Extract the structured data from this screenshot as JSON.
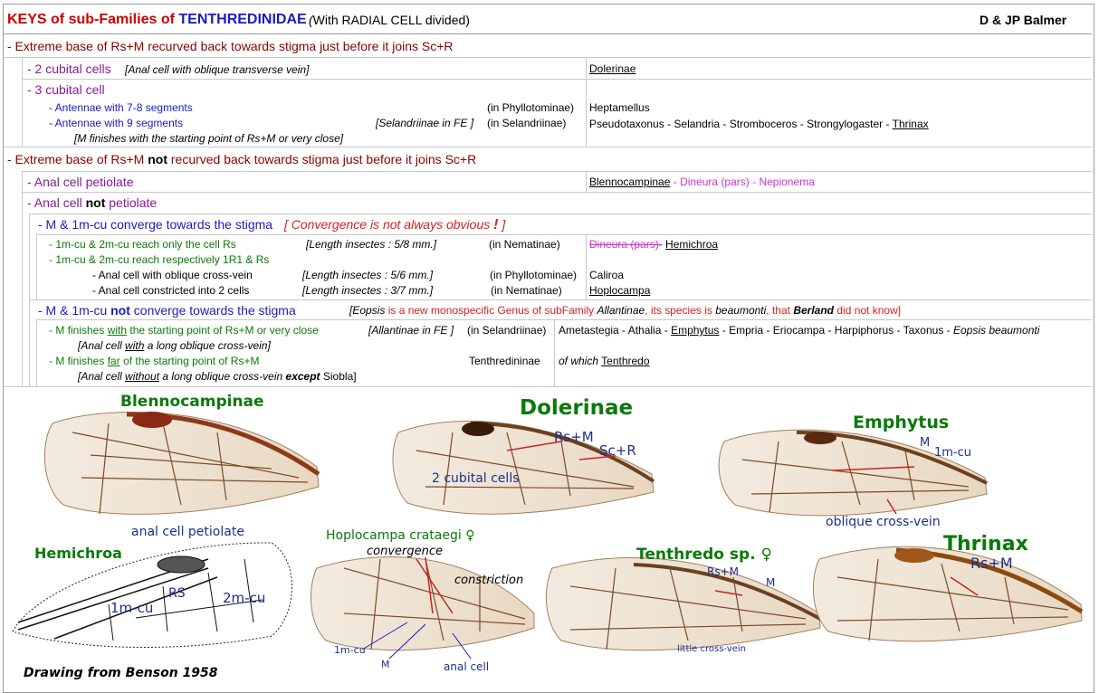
{
  "header": {
    "title_keys": "KEYS of sub-Families of",
    "title_family": "TENTHREDINIDAE",
    "title_paren": "(",
    "title_rest": "With RADIAL CELL divided)",
    "authors": "D & JP Balmer"
  },
  "rows": {
    "r1": "- Extreme base of Rs+M recurved back towards stigma just before it joins Sc+R",
    "r2_label": "- 2 cubital cells",
    "r2_note": "[Anal cell with oblique transverse vein]",
    "r2_result": "Dolerinae",
    "r3_label": "- 3 cubital cell",
    "r3a_label": "- Antennae with 7-8 segments",
    "r3a_mid": "(in Phyllotominae)",
    "r3a_result": "Heptamellus",
    "r3b_label": "- Antennae with 9 segments",
    "r3b_note": "[Selandriinae in FE ]",
    "r3b_mid": "(in Selandriinae)",
    "r3b_result": "Pseudotaxonus - Selandria - Stromboceros - Strongylogaster -",
    "r3b_result_u": "Thrinax",
    "r3c_note": "[M finishes with the starting point of Rs+M or very close]",
    "r4a": "- Extreme base of Rs+M",
    "r4b": "not",
    "r4c": "recurved back towards stigma just before it joins Sc+R",
    "r5_label": "- Anal cell petiolate",
    "r5_result_u": "Blennocampinae",
    "r5_result_rest": "- Dineura (pars) - Nepionema",
    "r6a": "- Anal cell",
    "r6b": "not",
    "r6c": "petiolate",
    "r7_label": "- M & 1m-cu converge towards the stigma",
    "r7_note": "[ Convergence is not always obvious",
    "r7_bang": "!",
    "r7_close": "]",
    "r8_label": "- 1m-cu & 2m-cu reach only the cell Rs",
    "r8_note": "[Length insectes : 5/8 mm.]",
    "r8_mid": "(in Nematinae)",
    "r8_strike": "Dineura (pars)-",
    "r8_result": "Hemichroa",
    "r9_label": "- 1m-cu & 2m-cu  reach respectively 1R1 & Rs",
    "r10_label": "- Anal cell  with oblique cross-vein",
    "r10_note": "[Length insectes : 5/6 mm.]",
    "r10_mid": "(in Phyllotominae)",
    "r10_result": "Caliroa",
    "r11_label": "- Anal cell constricted into 2 cells",
    "r11_note": "[Length insectes : 3/7 mm.]",
    "r11_mid": "(in Nematinae)",
    "r11_result": "Hoplocampa",
    "r12a": "- M & 1m-cu",
    "r12b": "not",
    "r12c": "converge towards the stigma",
    "r12_note_a": "[Eopsis",
    "r12_note_b": "is a new monospecific Genus of subFamily",
    "r12_note_c": "Allantinae",
    "r12_note_d": ", its species is",
    "r12_note_e": "beaumonti",
    "r12_note_f": ", that",
    "r12_note_g": "Berland",
    "r12_note_h": "did not know]",
    "r13_a": "- M finishes",
    "r13_b": "with",
    "r13_c": "the starting point of Rs+M or very close",
    "r13_note": "[Allantinae in FE ]",
    "r13_mid": "(in Selandriinae)",
    "r13_result": "Ametastegia - Athalia -",
    "r13_result_u": "Emphytus",
    "r13_result_rest": "- Empria - Eriocampa - Harpiphorus - Taxonus -",
    "r13_result_i": "Eopsis beaumonti",
    "r14_a": "[Anal cell",
    "r14_b": "with",
    "r14_c": "a long oblique cross-vein]",
    "r15_a": "- M finishes",
    "r15_b": "far",
    "r15_c": "of  the starting point of Rs+M",
    "r15_mid": "Tenthredininae",
    "r15_result": "of which",
    "r15_result_u": "Tenthredo",
    "r16_a": "[Anal cell",
    "r16_b": "without",
    "r16_c": "a long oblique cross-vein",
    "r16_d": "except",
    "r16_e": "Siobla]"
  },
  "figures": {
    "blenno_title": "Blennocampinae",
    "blenno_caption": "anal cell petiolate",
    "doler_title": "Dolerinae",
    "doler_rsm": "Rs+M",
    "doler_scr": "Sc+R",
    "doler_cub": "2 cubital cells",
    "emph_title": "Emphytus",
    "emph_m": "M",
    "emph_1mcu": "1m-cu",
    "emph_caption": "oblique cross-vein",
    "hemi_title": "Hemichroa",
    "hemi_rs": "RS",
    "hemi_1mcu": "1m-cu",
    "hemi_2mcu": "2m-cu",
    "hemi_caption": "Drawing from Benson 1958",
    "hoplo_title": "Hoplocampa crataegi ♀",
    "hoplo_conv": "convergence",
    "hoplo_constr": "constriction",
    "hoplo_1mcu": "1m-cu",
    "hoplo_m": "M",
    "hoplo_anal": "anal cell",
    "tenth_title": "Tenthredo sp. ♀",
    "tenth_rsm": "Rs+M",
    "tenth_m": "M",
    "tenth_caption": "little cross-vein",
    "thrin_title": "Thrinax",
    "thrin_rsm": "Rs+M"
  },
  "colors": {
    "title_red": "#cc0000",
    "family_blue": "#1b1bc0",
    "couplet_maroon": "#8b0000",
    "label_green": "#0a7a0a",
    "wing_fill": "#efe2d0",
    "vein_brown": "#7a4a28"
  }
}
